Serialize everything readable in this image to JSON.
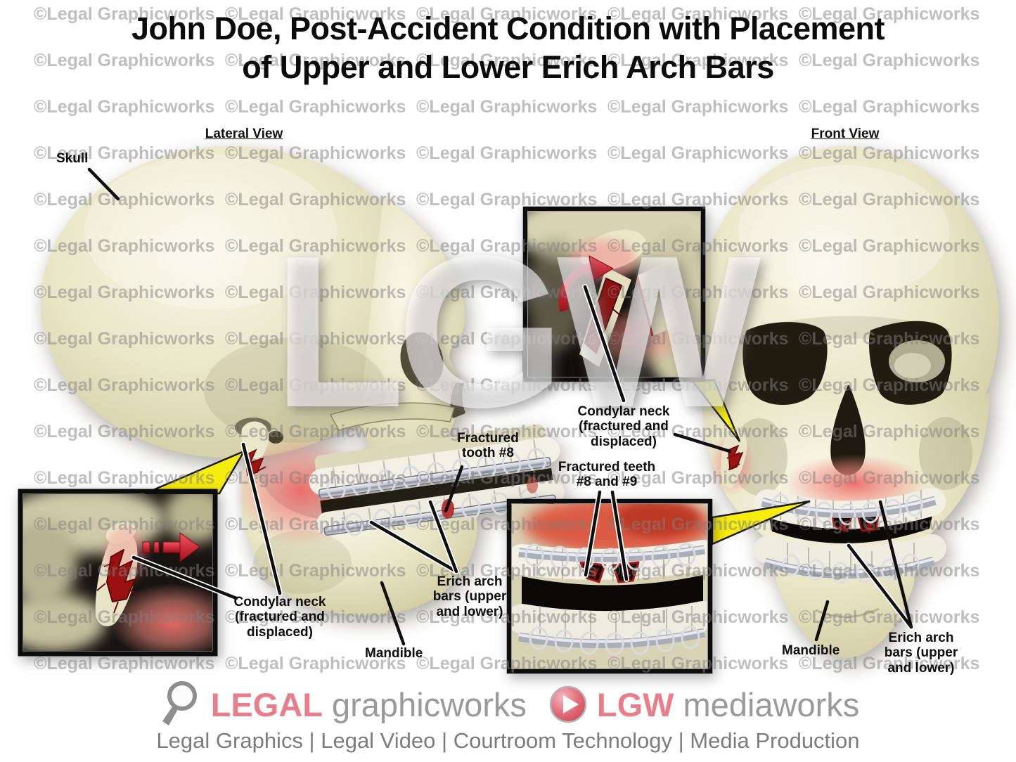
{
  "title": "John Doe, Post-Accident Condition with Placement\nof Upper and Lower Erich Arch Bars",
  "views": {
    "lateral": "Lateral View",
    "front": "Front View"
  },
  "watermark": {
    "tile_text": "©Legal Graphicworks",
    "big_text": "LGW"
  },
  "annotations": {
    "skull": "Skull",
    "condylar_neck_lateral": "Condylar neck\n(fractured and\ndisplaced)",
    "mandible_lateral": "Mandible",
    "fractured_tooth_8": "Fractured\ntooth #8",
    "erich_arch_bars_lateral": "Erich arch\nbars (upper\nand lower)",
    "fractured_teeth_8_9": "Fractured teeth\n#8 and #9",
    "condylar_neck_front": "Condylar neck\n(fractured and\ndisplaced)",
    "mandible_front": "Mandible",
    "erich_arch_bars_front": "Erich arch\nbars (upper\nand lower)"
  },
  "footer": {
    "brand1_bold": "LEGAL",
    "brand1_rest": "graphicworks",
    "brand2_bold": "LGW",
    "brand2_rest": "mediaworks",
    "tagline": "Legal Graphics | Legal Video | Courtroom Technology | Media Production"
  },
  "colors": {
    "brand_pink": "#e87e8a",
    "brand_gray": "#9a9a9a",
    "callout_yellow": "#f6ec0e",
    "fracture_red": "#9c1414",
    "bone_beige": "#e7e3c2",
    "watermark_gray": "#7f7f7f"
  }
}
